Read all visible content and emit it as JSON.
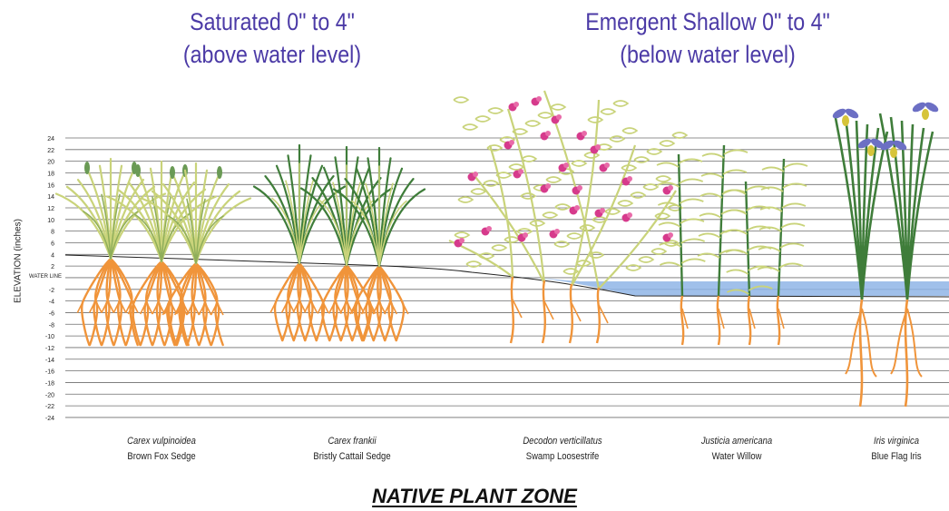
{
  "zones": [
    {
      "line1": "Saturated 0\" to 4\"",
      "line2": "(above water level)"
    },
    {
      "line1": "Emergent Shallow 0\" to 4\"",
      "line2": "(below water level)"
    }
  ],
  "axis": {
    "label": "ELEVATION (inches)",
    "water_line_label": "WATER LINE",
    "ticks": [
      "24",
      "22",
      "20",
      "18",
      "16",
      "14",
      "12",
      "10",
      "8",
      "6",
      "4",
      "2",
      "-2",
      "-4",
      "-6",
      "-8",
      "-10",
      "-12",
      "-14",
      "-16",
      "-18",
      "-20",
      "-22",
      "-24"
    ]
  },
  "plants": [
    {
      "scientific": "Carex vulpinoidea",
      "common": "Brown Fox Sedge"
    },
    {
      "scientific": "Carex frankii",
      "common": "Bristly Cattail Sedge"
    },
    {
      "scientific": "Decodon verticillatus",
      "common": "Swamp Loosestrife"
    },
    {
      "scientific": "Justicia americana",
      "common": "Water Willow"
    },
    {
      "scientific": "Iris virginica",
      "common": "Blue Flag Iris"
    }
  ],
  "footer": "NATIVE PLANT ZONE",
  "colors": {
    "title": "#4b3aa6",
    "water": "#8fb5e6",
    "root": "#f0943a",
    "leaf_light": "#c9d37a",
    "leaf_dark": "#3f7d3a",
    "flower_pink": "#d63a8c",
    "flower_iris": "#6c6fc4"
  }
}
